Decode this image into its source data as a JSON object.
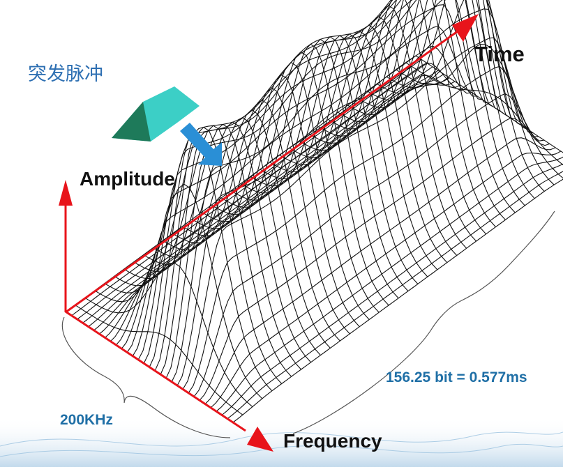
{
  "title": "突发脉冲",
  "axes": {
    "time": "Time",
    "amplitude": "Amplitude",
    "frequency": "Frequency"
  },
  "annotations": {
    "duration": "156.25 bit = 0.577ms",
    "bandwidth": "200KHz"
  },
  "icons": {
    "burst": "trapezoid-burst-icon",
    "pointer": "blue-diagonal-arrow-icon"
  },
  "colors": {
    "axis": "#e8141b",
    "title": "#2d6fb2",
    "measure": "#1f6fa6",
    "burst_top": "#3ccfc6",
    "burst_left": "#1e7a5a",
    "pointer": "#2a8fd6",
    "mesh": "#111111"
  }
}
